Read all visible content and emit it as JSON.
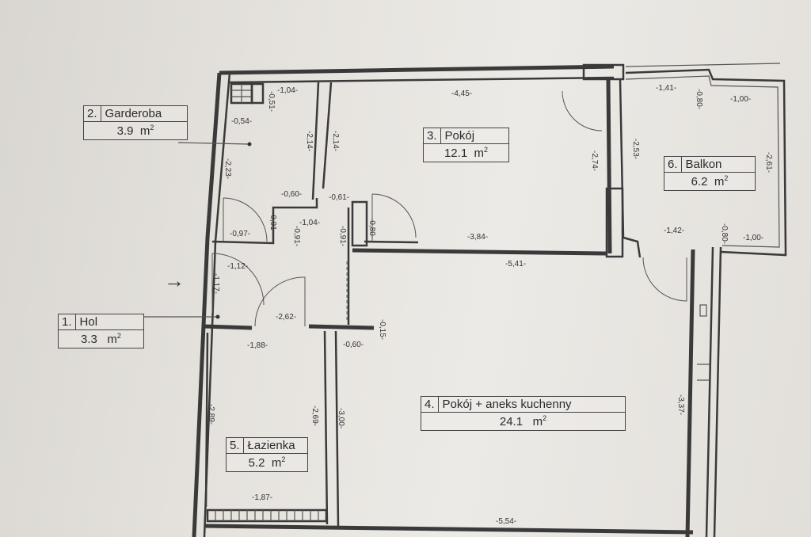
{
  "rooms": [
    {
      "num": "1.",
      "name": "Hol",
      "area": "3.3",
      "unit": "m"
    },
    {
      "num": "2.",
      "name": "Garderoba",
      "area": "3.9",
      "unit": "m"
    },
    {
      "num": "3.",
      "name": "Pokój",
      "area": "12.1",
      "unit": "m"
    },
    {
      "num": "4.",
      "name": "Pokój + aneks kuchenny",
      "area": "24.1",
      "unit": "m"
    },
    {
      "num": "5.",
      "name": "Łazienka",
      "area": "5.2",
      "unit": "m"
    },
    {
      "num": "6.",
      "name": "Balkon",
      "area": "6.2",
      "unit": "m"
    }
  ],
  "unit_exponent": "2",
  "entry_arrow": "→",
  "dimensions": {
    "d1": "-1,04-",
    "d2": "-0,51-",
    "d3": "-0,54-",
    "d4": "-2,23-",
    "d5": "-2,14-",
    "d6": "-2,14-",
    "d7": "-0,60-",
    "d8": "-0,61-",
    "d9": "-0,97-",
    "d10": "-0,91-",
    "d11": "-1,04-",
    "d12": "-0,91-",
    "d13": "-0,80-",
    "d14": "-4,45-",
    "d15": "-2,74-",
    "d16": "-2,53-",
    "d17": "-3,84-",
    "d18": "-5,41-",
    "d19": "-1,41-",
    "d20": "-0,80-",
    "d21": "-1,00-",
    "d22": "-2,61-",
    "d23": "-1,42-",
    "d24": "-0,80-",
    "d25": "-1,00-",
    "d26": "-1,12-",
    "d27": "-1,17-",
    "d28": "-2,62-",
    "d29": "-1,88-",
    "d30": "-0,60-",
    "d31": "-0,15-",
    "d32": "-2,89-",
    "d33": "-2,69-",
    "d34": "-3,00-",
    "d35": "-1,87-",
    "d36": "-5,54-",
    "d37": "-3,37-"
  }
}
